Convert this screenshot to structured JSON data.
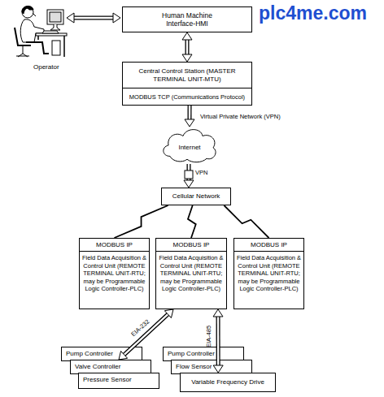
{
  "diagram": {
    "nodes": [
      {
        "text": [
          "Human Machine Interface-HMI"
        ]
      },
      {
        "text": [
          "Central Control Station (MASTER TERMINAL UNIT-MTU)",
          "MODBUS TCP (Communications Protocol)"
        ]
      },
      {
        "text": [
          "Internet"
        ]
      },
      {
        "text": [
          "Cellular Network"
        ]
      },
      {
        "text": [
          "MODBUS IP",
          "Field Data Acquisition & Control Unit (REMOTE TERMINAL UNIT-RTU; may be Programmable Logic Controller-PLC)"
        ]
      },
      {
        "text": [
          "MODBUS IP",
          "Field Data Acquisition & Control Unit (REMOTE TERMINAL UNIT-RTU; may be Programmable Logic Controller-PLC)"
        ]
      },
      {
        "text": [
          "MODBUS IP",
          "Field Data Acquisition & Control Unit (REMOTE TERMINAL UNIT-RTU; may be Programmable Logic Controller-PLC)"
        ]
      },
      {
        "text": [
          "Pump Controller"
        ]
      },
      {
        "text": [
          "Valve Controller"
        ]
      },
      {
        "text": [
          "Pressure Sensor"
        ]
      },
      {
        "text": [
          "Pump Controller"
        ]
      },
      {
        "text": [
          "Flow Sensor"
        ]
      },
      {
        "text": [
          "Variable Frequency Drive"
        ]
      }
    ],
    "edges": [
      {
        "from": 0,
        "to": 1,
        "arrow": "both"
      },
      {
        "from": 1,
        "to": 2,
        "label": "Virtual Private Network (VPN)",
        "arrow": "to"
      },
      {
        "from": 2,
        "to": 3,
        "arrow": "to"
      },
      {
        "from": 3,
        "to": 4,
        "arrow": "none"
      },
      {
        "from": 3,
        "to": 5,
        "arrow": "none"
      },
      {
        "from": 3,
        "to": 6,
        "arrow": "none"
      },
      {
        "from": 8,
        "to": 5,
        "label": "EIA-232",
        "arrow": "both"
      },
      {
        "from": 5,
        "to": 12,
        "label": "EIA-485",
        "arrow": "both"
      }
    ],
    "labels": [
      "plc4me.com",
      "Operator",
      "VPN"
    ]
  }
}
